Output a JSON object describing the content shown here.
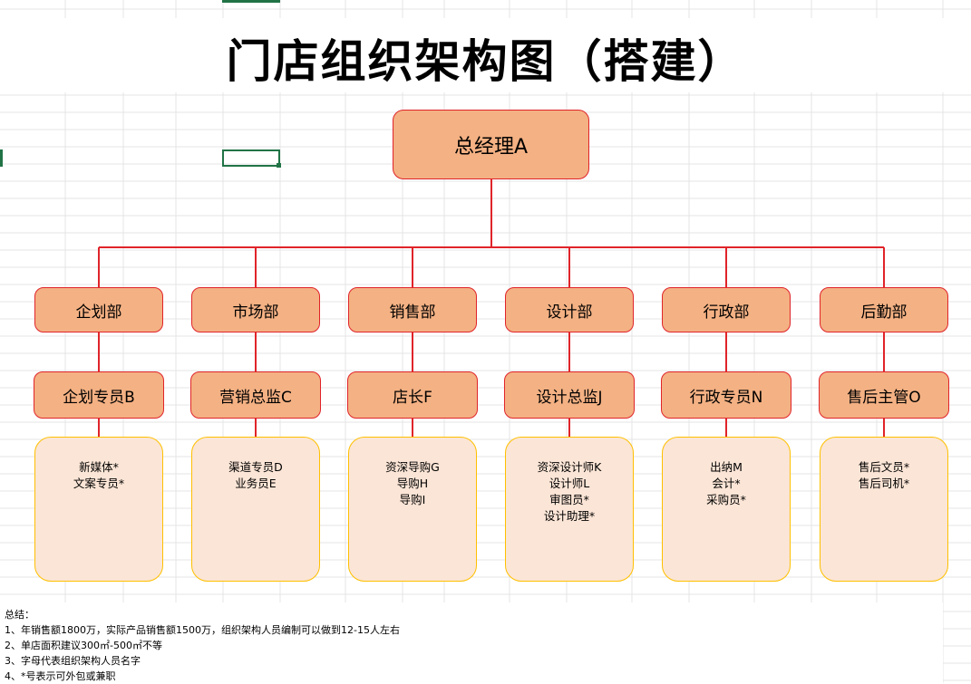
{
  "title": "门店组织架构图（搭建）",
  "colors": {
    "box_fill": "#f4b183",
    "box_border": "#e0242a",
    "connector": "#e0242a",
    "personnel_fill": "#fbe5d6",
    "personnel_border": "#ffc000",
    "cell_selection": "#217346"
  },
  "ceo": "总经理A",
  "departments": [
    {
      "name": "企划部",
      "lead": "企划专员B",
      "staff": [
        "新媒体*",
        "文案专员*"
      ]
    },
    {
      "name": "市场部",
      "lead": "营销总监C",
      "staff": [
        "渠道专员D",
        "业务员E"
      ]
    },
    {
      "name": "销售部",
      "lead": "店长F",
      "staff": [
        "资深导购G",
        "导购H",
        "导购I"
      ]
    },
    {
      "name": "设计部",
      "lead": "设计总监J",
      "staff": [
        "资深设计师K",
        "设计师L",
        "审图员*",
        "设计助理*"
      ]
    },
    {
      "name": "行政部",
      "lead": "行政专员N",
      "staff": [
        "出纳M",
        "会计*",
        "采购员*"
      ]
    },
    {
      "name": "后勤部",
      "lead": "售后主管O",
      "staff": [
        "售后文员*",
        "售后司机*"
      ]
    }
  ],
  "summary": [
    "总结：",
    "1、年销售额1800万，实际产品销售额1500万，组织架构人员编制可以做到12-15人左右",
    "2、单店面积建议300㎡-500㎡不等",
    "3、字母代表组织架构人员名字",
    "4、*号表示可外包或兼职"
  ]
}
